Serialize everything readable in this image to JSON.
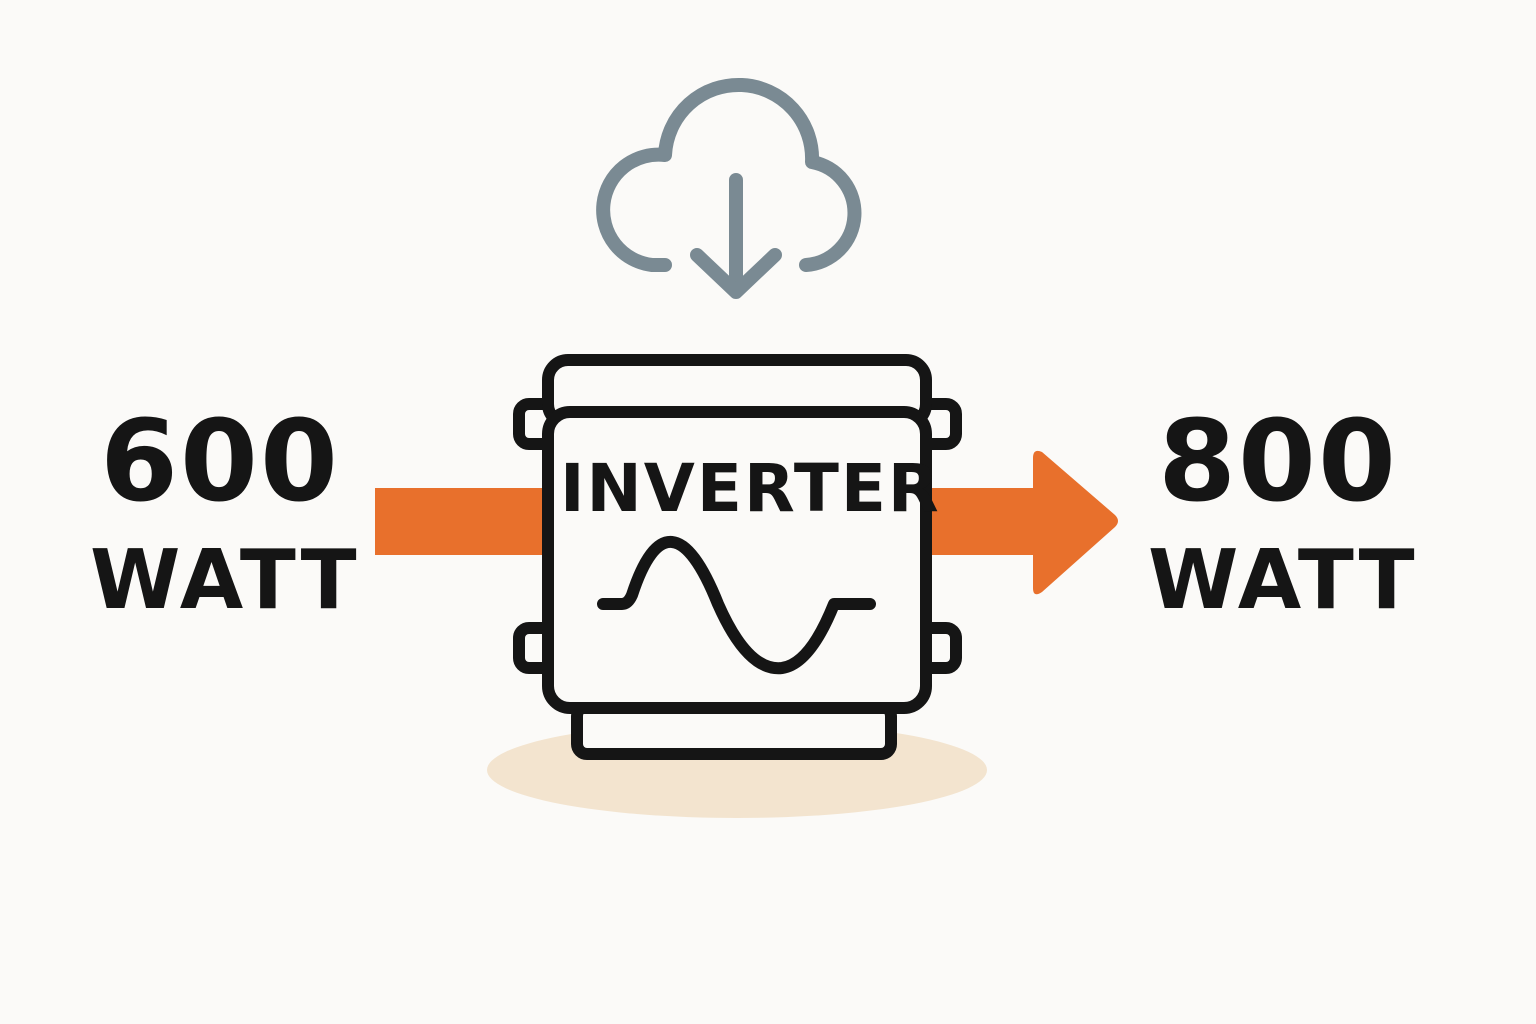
{
  "input": {
    "value": "600",
    "unit": "WATT"
  },
  "output": {
    "value": "800",
    "unit": "WATT"
  },
  "device": {
    "label": "INVERTER",
    "icon": "sine-wave-icon"
  },
  "icons": {
    "top": "cloud-download-icon",
    "flow": "arrow-right-icon"
  },
  "colors": {
    "arrow": "#e8702c",
    "cloud": "#7a8a93",
    "outline": "#151515",
    "shadow": "#f3e4cf",
    "background": "#fbfaf8"
  }
}
